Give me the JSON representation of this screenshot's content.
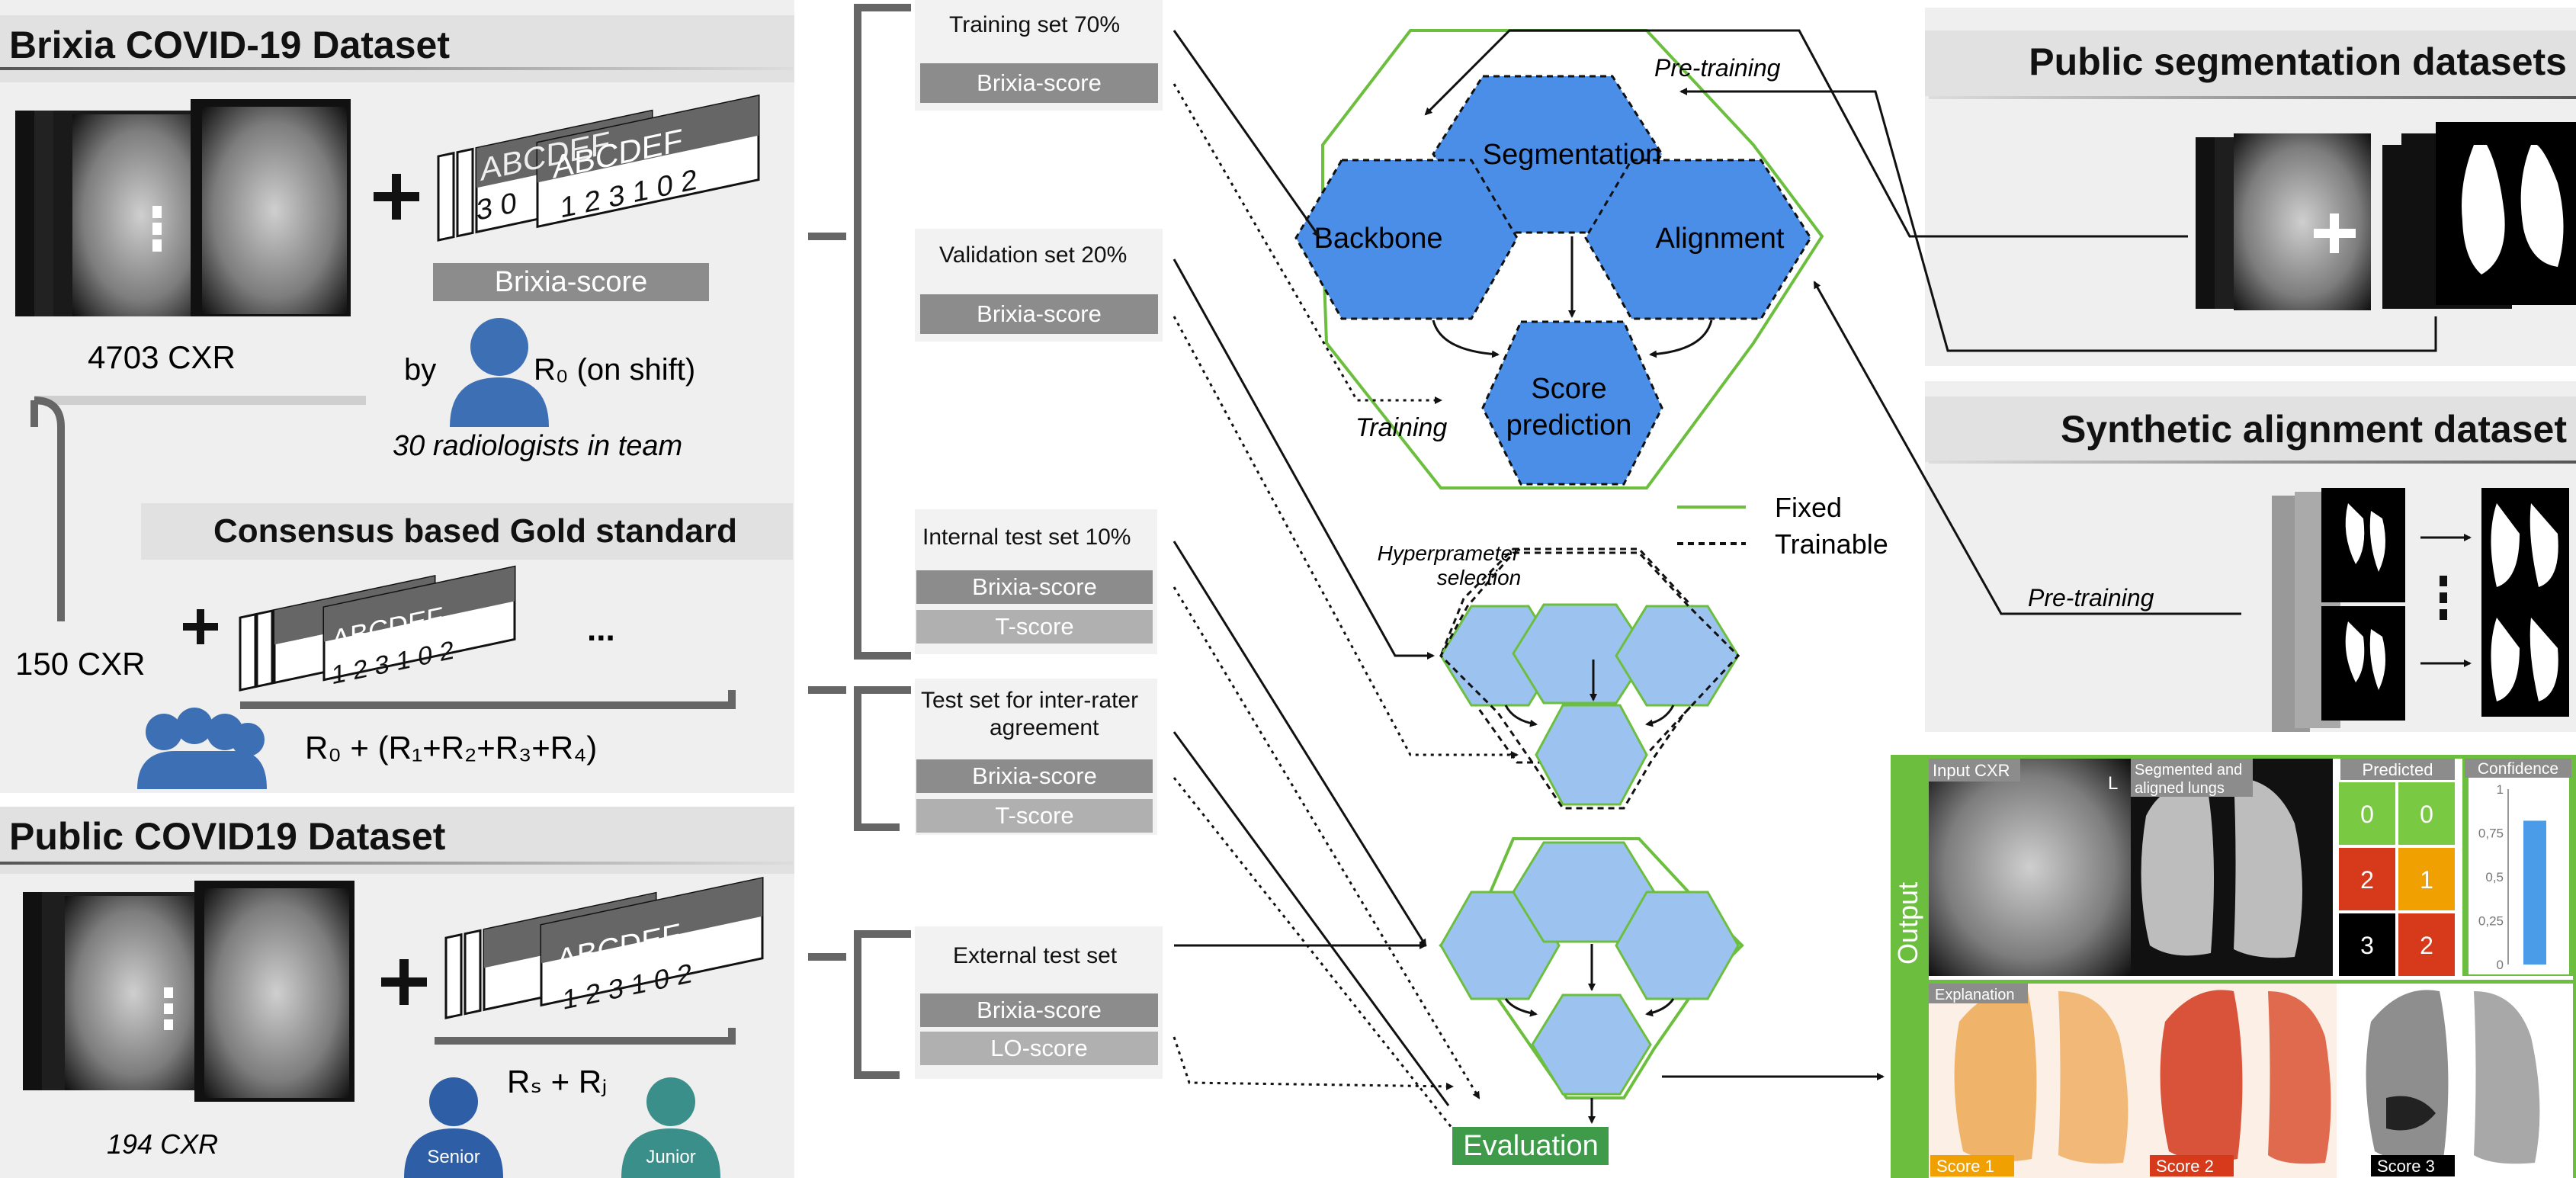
{
  "brixia": {
    "title": "Brixia COVID-19 Dataset",
    "cxr_count": "4703 CXR",
    "score_label": "Brixia-score",
    "by": "by",
    "r0": "R₀ (on shift)",
    "team": "30 radiologists in team",
    "consensus_title": "Consensus based Gold standard",
    "consensus_cxr": "150 CXR",
    "consensus_formula": "R₀ + (R₁+R₂+R₃+R₄)",
    "ellipsis": "...",
    "card_letters": "ABCDEF",
    "card_digits": "1 2 3 1 0 2",
    "card_digits_back": "3 0"
  },
  "public": {
    "title": "Public COVID19 Dataset",
    "cxr_count": "194 CXR",
    "formula": "Rₛ + Rⱼ",
    "senior": "Senior",
    "junior": "Junior"
  },
  "splits": {
    "train": {
      "label": "Training set 70%",
      "score": "Brixia-score"
    },
    "val": {
      "label": "Validation set 20%",
      "score": "Brixia-score"
    },
    "internal": {
      "label": "Internal test set 10%",
      "score1": "Brixia-score",
      "score2": "T-score"
    },
    "inter": {
      "label_l1": "Test set for inter-rater",
      "label_l2": "agreement",
      "score1": "Brixia-score",
      "score2": "T-score"
    },
    "external": {
      "label": "External test set",
      "score1": "Brixia-score",
      "score2": "LO-score"
    }
  },
  "network": {
    "segmentation": "Segmentation",
    "backbone": "Backbone",
    "alignment": "Alignment",
    "score_l1": "Score",
    "score_l2": "prediction",
    "pretraining_top": "Pre-training",
    "pretraining_right": "Pre-training",
    "training": "Training",
    "legend_fixed": "Fixed",
    "legend_trainable": "Trainable",
    "hyper_l1": "Hyperprameter",
    "hyper_l2": "selection",
    "evaluation": "Evaluation"
  },
  "right": {
    "seg_title": "Public segmentation datasets",
    "synth_title": "Synthetic alignment dataset"
  },
  "output": {
    "label": "Output",
    "input_cxr": "Input CXR",
    "segmented_l1": "Segmented and",
    "segmented_l2": "aligned lungs",
    "predicted": "Predicted",
    "confidence": "Confidence",
    "explanation": "Explanation",
    "score1": "Score 1",
    "score2": "Score 2",
    "score3": "Score 3",
    "cxr_marker": "L",
    "grid": [
      [
        "0",
        "0"
      ],
      [
        "2",
        "1"
      ],
      [
        "3",
        "2"
      ]
    ],
    "grid_colors": [
      [
        "#7ac943",
        "#7ac943"
      ],
      [
        "#d63a1a",
        "#f0a000"
      ],
      [
        "#000000",
        "#d63a1a"
      ]
    ],
    "conf_ticks": [
      "1",
      "0,75",
      "0,5",
      "0,25",
      "0"
    ],
    "confidence_value": 0.82
  },
  "colors": {
    "hex_blue": "#4a8ee8",
    "hex_light": "#9cc3f0",
    "fixed_green": "#6cbf3e",
    "eval_green": "#3f9a4a",
    "output_green": "#6cbf3e",
    "label_gray": "#8c8c8c"
  }
}
